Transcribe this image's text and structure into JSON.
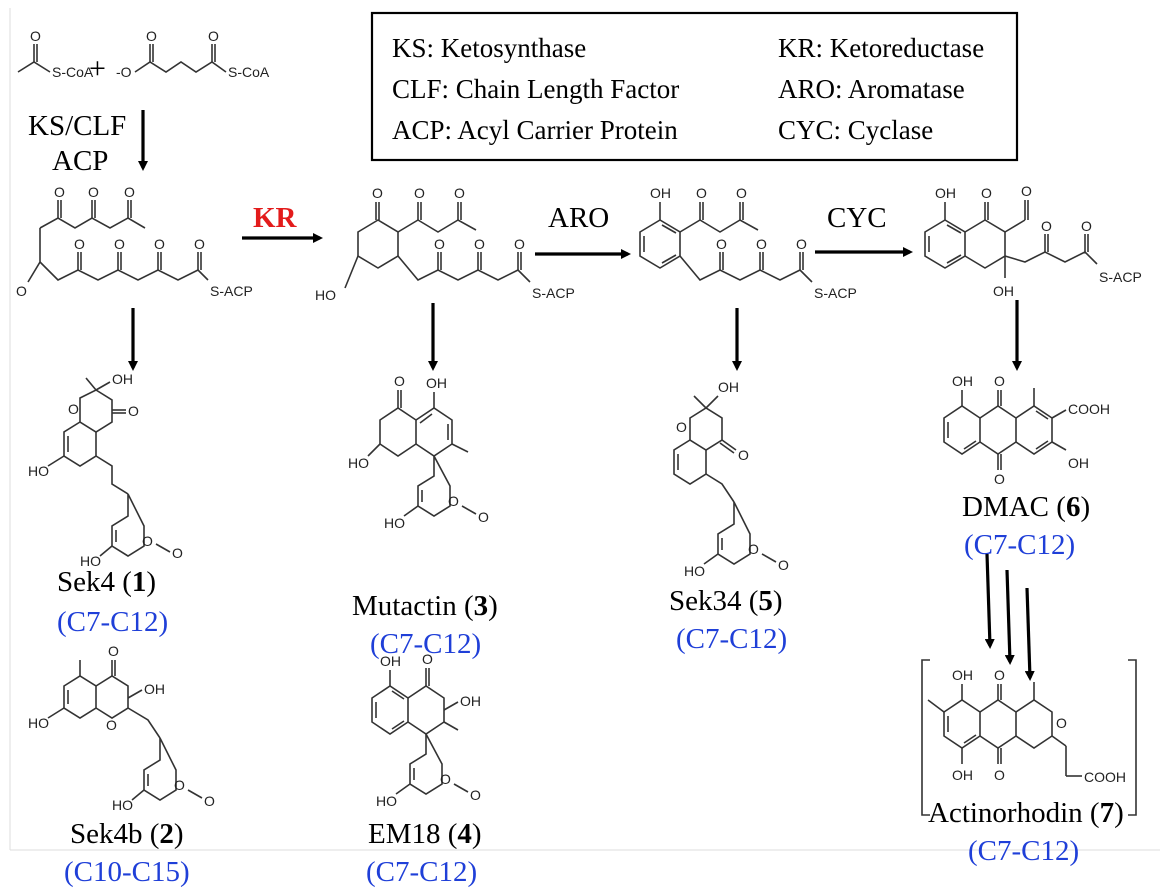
{
  "legend": {
    "left": [
      "KS: Ketosynthase",
      "CLF: Chain Length Factor",
      "ACP: Acyl Carrier Protein"
    ],
    "right": [
      "KR: Ketoreductase",
      "ARO: Aromatase",
      "CYC: Cyclase"
    ]
  },
  "steps": {
    "start": [
      "KS/CLF",
      "ACP"
    ],
    "kr": "KR",
    "aro": "ARO",
    "cyc": "CYC"
  },
  "starters": {
    "plus": "+",
    "acetyl_coa": "S-CoA",
    "malonyl_coa": "S-CoA",
    "malonyl_o": "-O"
  },
  "intermediates": {
    "s_acp": "S-ACP",
    "ho": "HO",
    "oh": "OH"
  },
  "products": [
    {
      "name": "Sek4",
      "num": "1",
      "region": "(C7-C12)"
    },
    {
      "name": "Sek4b",
      "num": "2",
      "region": "(C10-C15)"
    },
    {
      "name": "Mutactin",
      "num": "3",
      "region": "(C7-C12)"
    },
    {
      "name": "EM18",
      "num": "4",
      "region": "(C7-C12)"
    },
    {
      "name": "Sek34",
      "num": "5",
      "region": "(C7-C12)"
    },
    {
      "name": "DMAC",
      "num": "6",
      "region": "(C7-C12)"
    },
    {
      "name": "Actinorhodin",
      "num": "7",
      "region": "(C7-C12)"
    }
  ],
  "chem_labels": {
    "oh": "OH",
    "ho": "HO",
    "o": "O",
    "cooh": "COOH"
  }
}
